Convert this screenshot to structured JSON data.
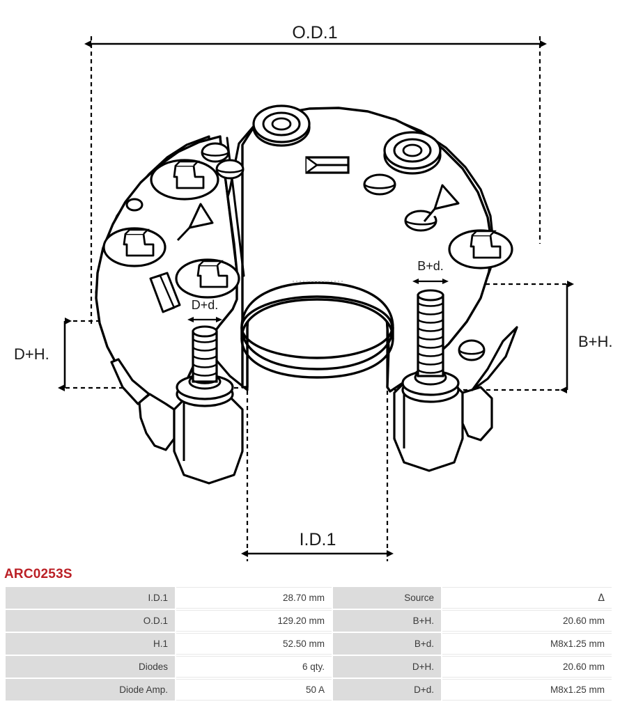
{
  "part": {
    "number": "ARC0253S",
    "accent_color": "#bb2026"
  },
  "drawing": {
    "description": "Isometric technical line drawing of an alternator rectifier bridge with heat-sink plates, six press-fit diodes, B+ and D+ threaded studs and central bore.",
    "line_color": "#000000",
    "dimension_labels": {
      "od": "O.D.1",
      "id": "I.D.1",
      "d_plus_h": "D+H.",
      "d_plus_d": "D+d.",
      "b_plus_h": "B+H.",
      "b_plus_d": "B+d."
    }
  },
  "spec_table": {
    "rows": [
      {
        "label_a": "I.D.1",
        "value_a": "28.70 mm",
        "label_b": "Source",
        "value_b": "Δ"
      },
      {
        "label_a": "O.D.1",
        "value_a": "129.20 mm",
        "label_b": "B+H.",
        "value_b": "20.60 mm"
      },
      {
        "label_a": "H.1",
        "value_a": "52.50 mm",
        "label_b": "B+d.",
        "value_b": "M8x1.25 mm"
      },
      {
        "label_a": "Diodes",
        "value_a": "6 qty.",
        "label_b": "D+H.",
        "value_b": "20.60 mm"
      },
      {
        "label_a": "Diode Amp.",
        "value_a": "50 A",
        "label_b": "D+d.",
        "value_b": "M8x1.25 mm"
      }
    ]
  }
}
